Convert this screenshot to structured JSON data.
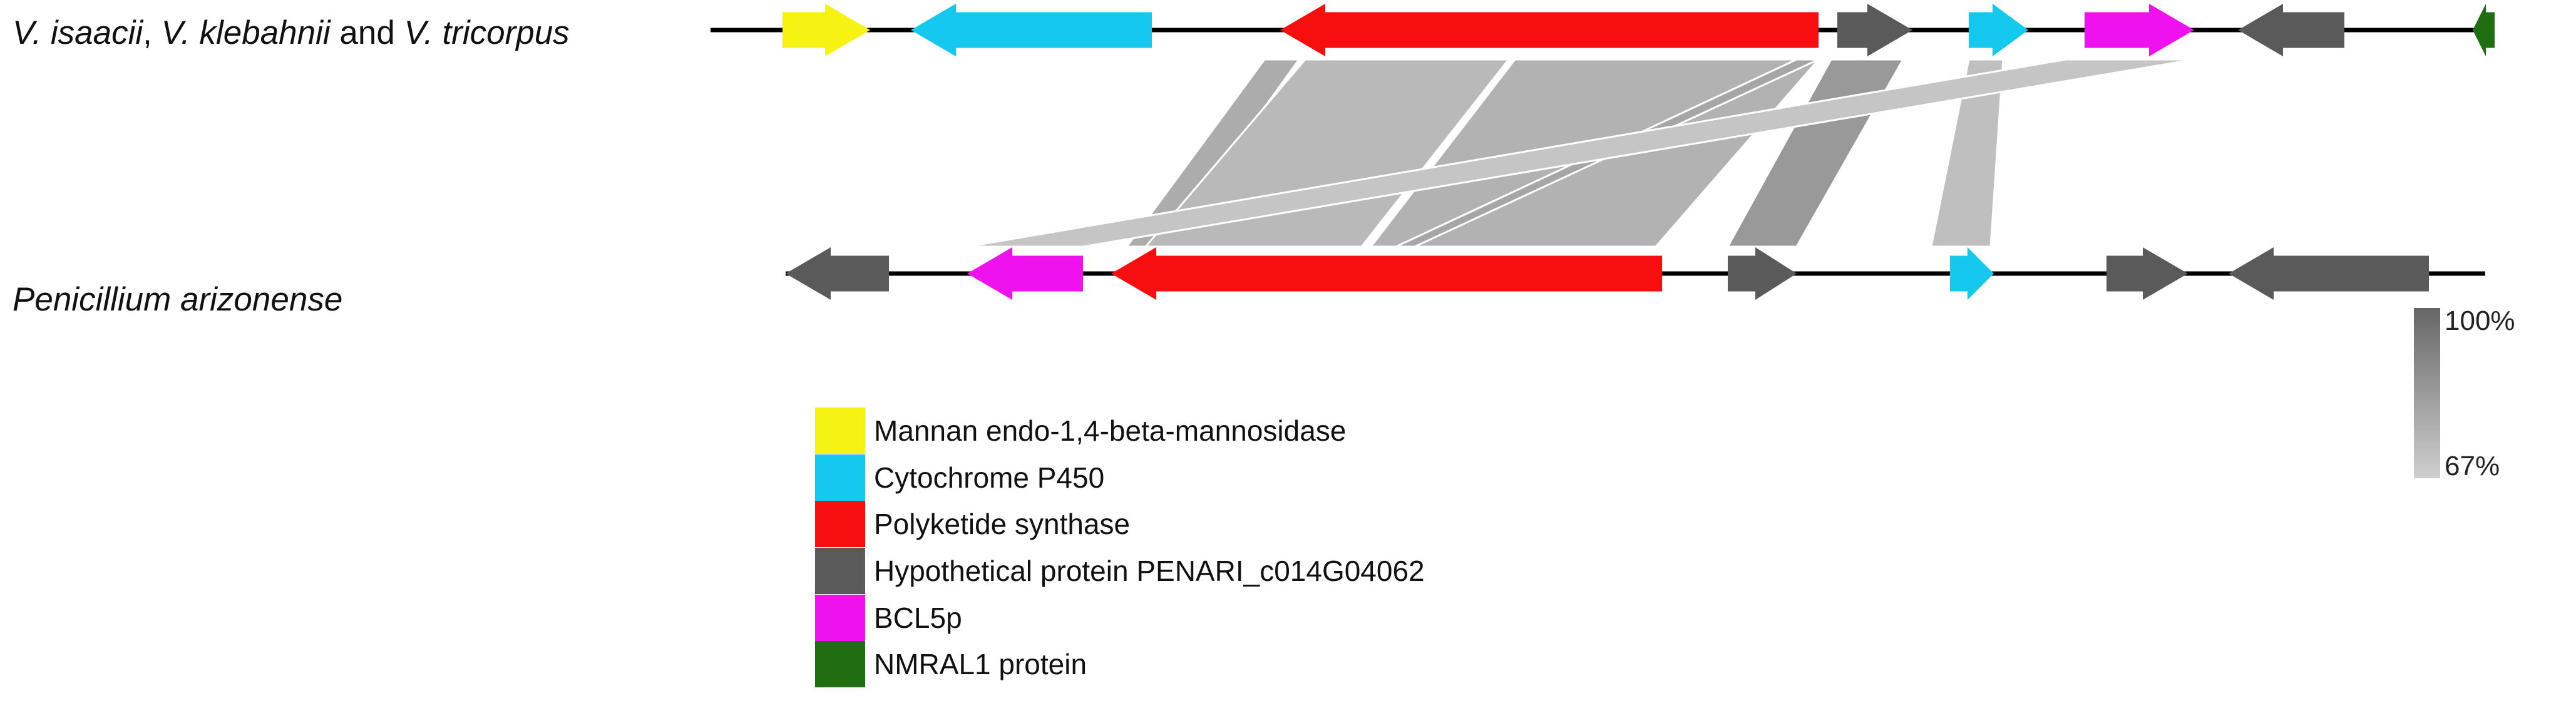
{
  "tracks": {
    "top": {
      "label_parts": [
        {
          "text": "V. isaacii",
          "italic": true
        },
        {
          "text": ", ",
          "italic": false
        },
        {
          "text": "V. klebahnii",
          "italic": true
        },
        {
          "text": " and ",
          "italic": false
        },
        {
          "text": "V. tricorpus",
          "italic": true
        }
      ],
      "genes": [
        {
          "type": "mannan",
          "strand": "+",
          "order": 1
        },
        {
          "type": "p450",
          "strand": "-",
          "order": 2
        },
        {
          "type": "pks",
          "strand": "-",
          "order": 3
        },
        {
          "type": "hypothetical",
          "strand": "+",
          "order": 4
        },
        {
          "type": "p450",
          "strand": "+",
          "order": 5
        },
        {
          "type": "bcl5p",
          "strand": "+",
          "order": 6
        },
        {
          "type": "hypothetical",
          "strand": "-",
          "order": 7
        },
        {
          "type": "nmral1",
          "strand": "-",
          "order": 8
        }
      ]
    },
    "bottom": {
      "label_parts": [
        {
          "text": "Penicillium arizonense",
          "italic": true
        }
      ],
      "genes": [
        {
          "type": "hypothetical",
          "strand": "-",
          "order": 1
        },
        {
          "type": "bcl5p",
          "strand": "-",
          "order": 2
        },
        {
          "type": "pks",
          "strand": "-",
          "order": 3
        },
        {
          "type": "hypothetical",
          "strand": "+",
          "order": 4
        },
        {
          "type": "p450",
          "strand": "+",
          "order": 5
        },
        {
          "type": "hypothetical",
          "strand": "+",
          "order": 6
        },
        {
          "type": "hypothetical",
          "strand": "-",
          "order": 7
        }
      ]
    }
  },
  "legend": [
    {
      "key": "mannan",
      "label": "Mannan endo-1,4-beta-mannosidase",
      "color": "#f6f212"
    },
    {
      "key": "p450",
      "label": "Cytochrome P450",
      "color": "#14c8ee"
    },
    {
      "key": "pks",
      "label": "Polyketide synthase",
      "color": "#f70e0e"
    },
    {
      "key": "hypothetical",
      "label": "Hypothetical protein PENARI_c014G04062",
      "color": "#5a5a5a"
    },
    {
      "key": "bcl5p",
      "label": "BCL5p",
      "color": "#f012ee"
    },
    {
      "key": "nmral1",
      "label": "NMRAL1 protein",
      "color": "#1f6f12"
    }
  ],
  "identity_scale": {
    "max_label": "100%",
    "min_label": "67%",
    "max_color": "#666666",
    "min_color": "#cfcfcf"
  },
  "links": [
    {
      "top_gene": 3,
      "bottom_gene": 3,
      "identity": 0.78,
      "note": "pks block 1"
    },
    {
      "top_gene": 3,
      "bottom_gene": 3,
      "identity": 0.74,
      "note": "pks block 2"
    },
    {
      "top_gene": 3,
      "bottom_gene": 3,
      "identity": 0.76,
      "note": "pks block 3"
    },
    {
      "top_gene": 3,
      "bottom_gene": 3,
      "identity": 0.8,
      "note": "pks block 4"
    },
    {
      "top_gene": 4,
      "bottom_gene": 4,
      "identity": 0.84
    },
    {
      "top_gene": 5,
      "bottom_gene": 5,
      "identity": 0.72
    },
    {
      "top_gene": 6,
      "bottom_gene": 2,
      "identity": 0.7
    }
  ]
}
